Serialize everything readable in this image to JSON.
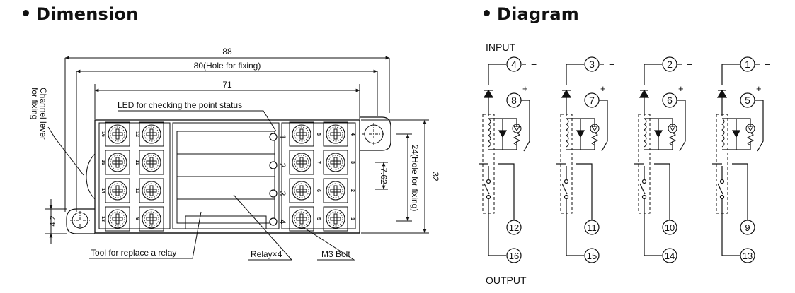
{
  "dimension": {
    "heading": "Dimension",
    "dims": {
      "overall": "88",
      "hole_width": "80(Hole for fixing)",
      "body_width": "71",
      "height": "32",
      "hole_height": "24(Hole for fixing)",
      "pitch": "7.62",
      "tab": "4.2"
    },
    "labels": {
      "led": "LED for checking the point status",
      "channel_lever": [
        "Channel lever",
        "for fixing"
      ],
      "tool": "Tool for replace a relay",
      "relay": "Relay×4",
      "bolt": "M3 Bolt"
    },
    "led_numbers": [
      "1",
      "2",
      "3",
      "4"
    ],
    "terminal_numbers": {
      "col1": [
        "16",
        "15",
        "14",
        "13"
      ],
      "col2": [
        "12",
        "11",
        "10",
        "9"
      ],
      "col3": [
        "8",
        "7",
        "6",
        "5"
      ],
      "col4": [
        "4",
        "3",
        "2",
        "1"
      ]
    }
  },
  "diagram": {
    "heading": "Diagram",
    "input_label": "INPUT",
    "output_label": "OUTPUT",
    "minus": "−",
    "plus": "+",
    "channels": [
      {
        "neg": "4",
        "pos": "8",
        "com": "12",
        "out": "16"
      },
      {
        "neg": "3",
        "pos": "7",
        "com": "11",
        "out": "15"
      },
      {
        "neg": "2",
        "pos": "6",
        "com": "10",
        "out": "14"
      },
      {
        "neg": "1",
        "pos": "5",
        "com": "9",
        "out": "13"
      }
    ]
  }
}
